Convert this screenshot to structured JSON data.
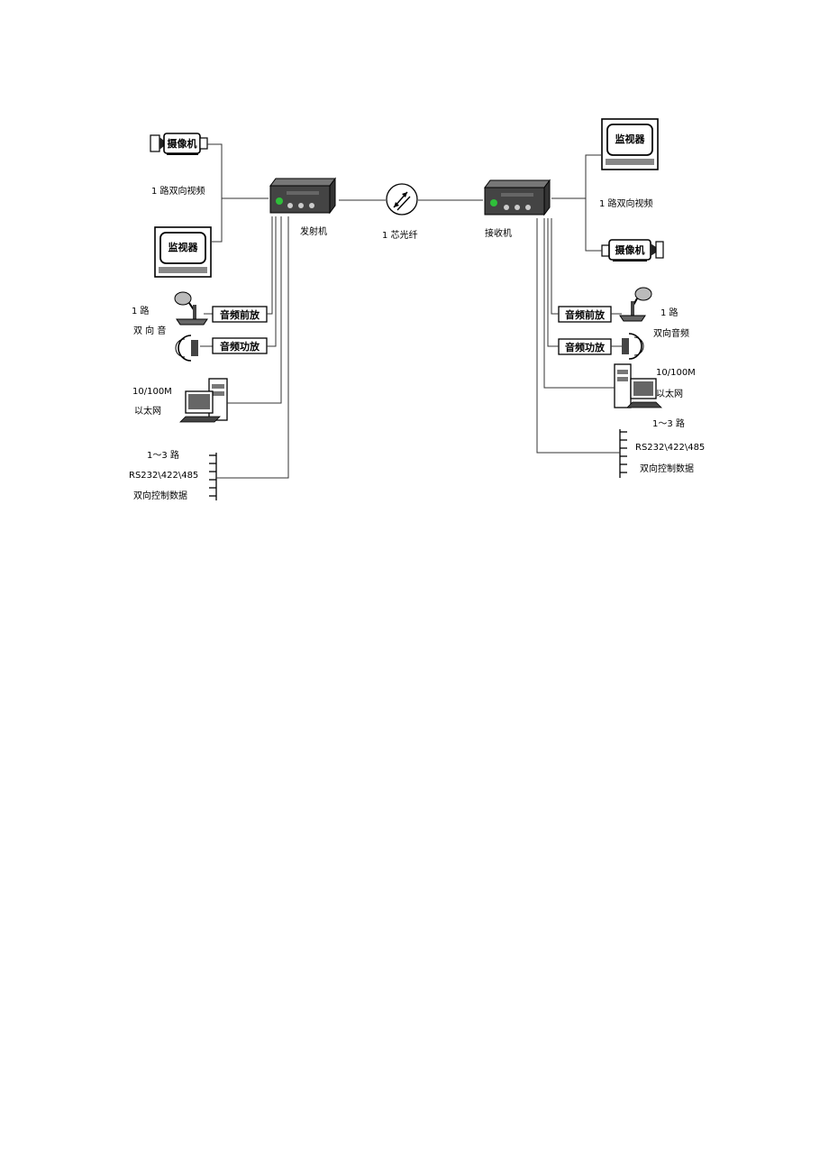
{
  "left": {
    "camera_label": "摄像机",
    "video_label": "1 路双向视频",
    "monitor_label": "监视器",
    "audio_count_label": "1 路",
    "audio_label": "双 向 音",
    "preamp_label": "音频前放",
    "poweramp_label": "音频功放",
    "ethernet_speed_label": "10/100M",
    "ethernet_label": "以太网",
    "data_count_label": "1～3 路",
    "data_protocol_label": "RS232\\422\\485",
    "data_label": "双向控制数据"
  },
  "transmitter_label": "发射机",
  "fiber_label": "1 芯光纤",
  "receiver_label": "接收机",
  "right": {
    "monitor_label": "监视器",
    "video_label": "1 路双向视频",
    "camera_label": "摄像机",
    "preamp_label": "音频前放",
    "audio_count_label": "1 路",
    "poweramp_label": "音频功放",
    "audio_label": "双向音频",
    "ethernet_speed_label": "10/100M",
    "ethernet_label": "以太网",
    "data_count_label": "1～3 路",
    "data_protocol_label": "RS232\\422\\485",
    "data_label": "双向控制数据"
  }
}
